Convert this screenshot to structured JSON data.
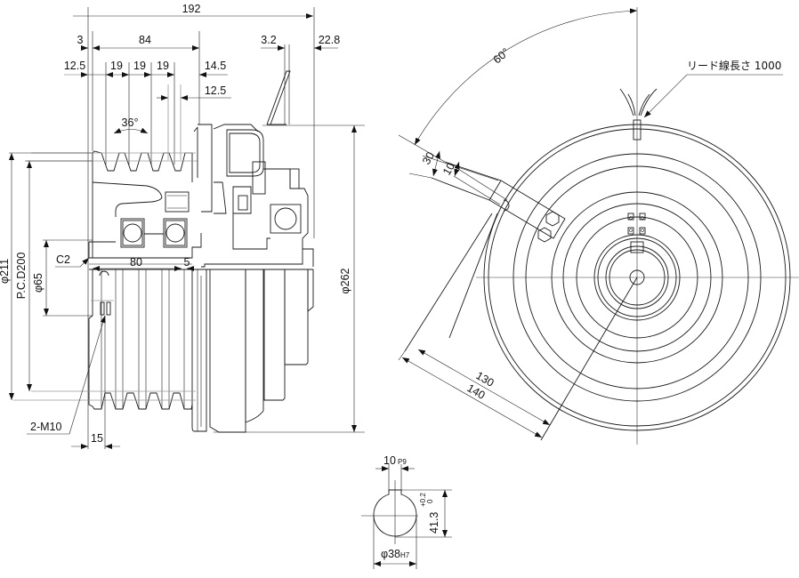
{
  "drawing": {
    "side_view": {
      "overall_length": "192",
      "left_offset": "3",
      "pulley_width": "84",
      "gap_left": "3.2",
      "gap_right": "22.8",
      "flange_left": "12.5",
      "groove_pitch_1": "19",
      "groove_pitch_2": "19",
      "groove_pitch_3": "19",
      "flange_right": "14.5",
      "inner_offset": "12.5",
      "groove_angle": "36°",
      "chamfer": "C2",
      "bore_length": "80",
      "step": "5",
      "outer_diameter": "φ211",
      "pitch_circle": "P.C.D200",
      "bore_diameter": "φ65",
      "body_diameter": "φ262",
      "set_screws": "2-M10",
      "screw_offset": "15"
    },
    "front_view": {
      "arm_angle": "60°",
      "lead_wire": "リード線長さ 1000",
      "arm_width": "30",
      "slot_width": "10",
      "arm_length_inner": "130",
      "arm_length_outer": "140"
    },
    "keyway_detail": {
      "key_width": "10",
      "key_width_tol": "P9",
      "key_depth": "41.3",
      "key_depth_tol_upper": "+0.2",
      "key_depth_tol_lower": "0",
      "bore": "φ38",
      "bore_tol": "H7"
    }
  }
}
